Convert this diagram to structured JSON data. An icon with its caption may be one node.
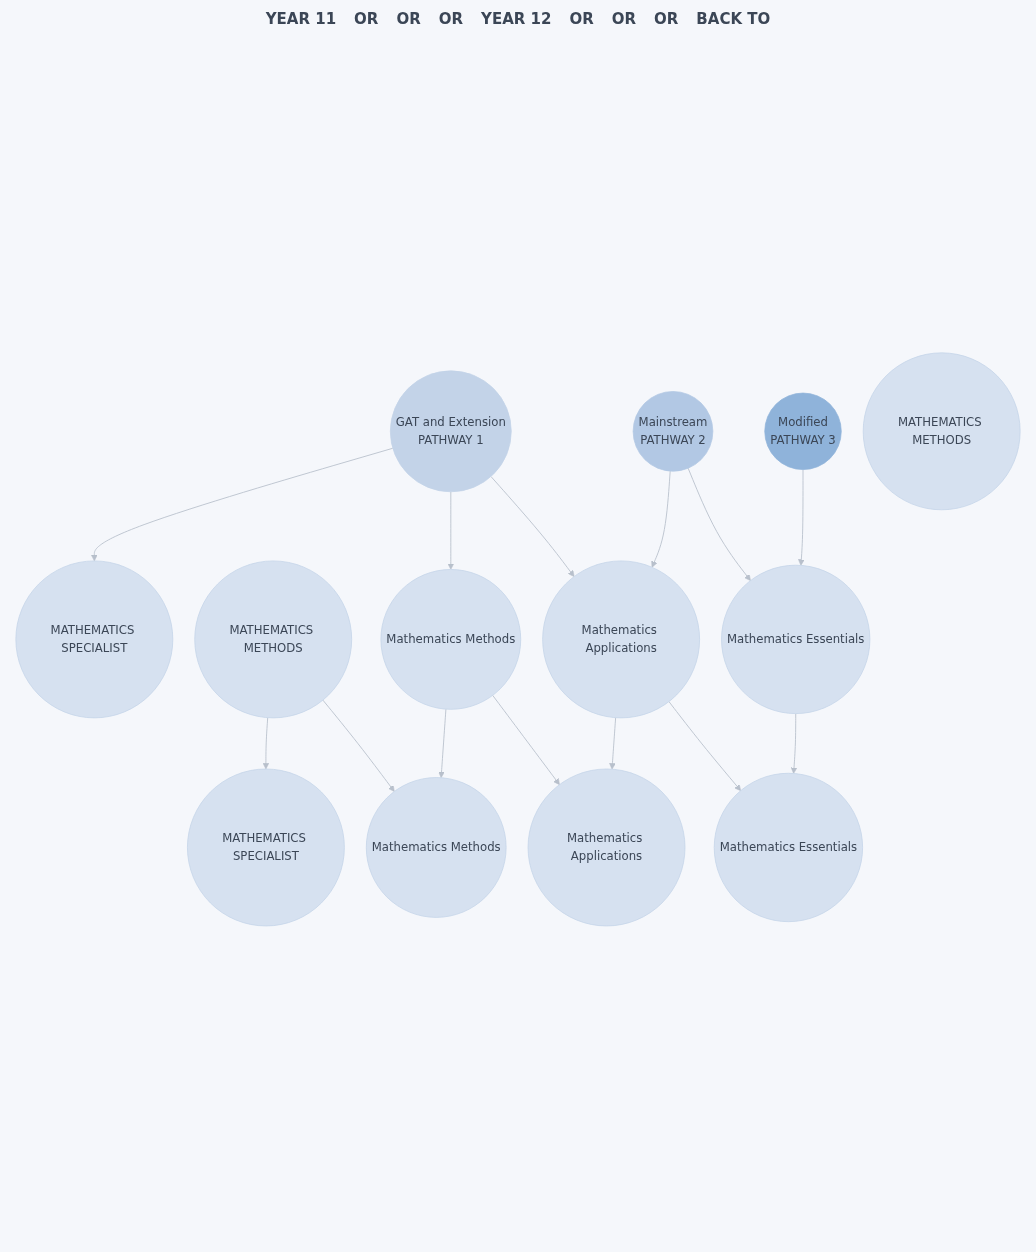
{
  "diagram": {
    "nodes": [
      {
        "text": [
          "GAT and Extension",
          "PATHWAY 1"
        ]
      },
      {
        "text": [
          "Mainstream",
          "PATHWAY 2"
        ]
      },
      {
        "text": [
          "Modified",
          "PATHWAY 3"
        ]
      },
      {
        "text": [
          "MATHEMATICS SPECIALIST"
        ]
      },
      {
        "text": [
          "MATHEMATICS METHODS"
        ]
      },
      {
        "text": [
          "Mathematics Methods"
        ]
      },
      {
        "text": [
          "Mathematics Applications"
        ]
      },
      {
        "text": [
          "Mathematics Essentials"
        ]
      },
      {
        "text": [
          "MATHEMATICS SPECIALIST"
        ]
      },
      {
        "text": [
          "MATHEMATICS METHODS"
        ]
      },
      {
        "text": [
          "Mathematics Methods"
        ]
      },
      {
        "text": [
          "Mathematics Applications"
        ]
      },
      {
        "text": [
          "Mathematics Essentials"
        ]
      }
    ],
    "edges": [
      {
        "from": 0,
        "to": 3,
        "arrow": "to"
      },
      {
        "from": 0,
        "to": 5,
        "arrow": "to"
      },
      {
        "from": 0,
        "to": 6,
        "arrow": "to"
      },
      {
        "from": 1,
        "to": 6,
        "arrow": "to"
      },
      {
        "from": 1,
        "to": 7,
        "arrow": "to"
      },
      {
        "from": 2,
        "to": 7,
        "arrow": "to"
      },
      {
        "from": 4,
        "to": 8,
        "arrow": "to"
      },
      {
        "from": 4,
        "to": 10,
        "arrow": "to"
      },
      {
        "from": 5,
        "to": 10,
        "arrow": "to"
      },
      {
        "from": 5,
        "to": 11,
        "arrow": "to"
      },
      {
        "from": 6,
        "to": 11,
        "arrow": "to"
      },
      {
        "from": 6,
        "to": 12,
        "arrow": "to"
      },
      {
        "from": 7,
        "to": 12,
        "arrow": "to"
      }
    ],
    "labels": [
      "YEAR 11",
      "OR",
      "OR",
      "OR",
      "YEAR 12",
      "OR",
      "OR",
      "OR",
      "BACK TO"
    ]
  }
}
